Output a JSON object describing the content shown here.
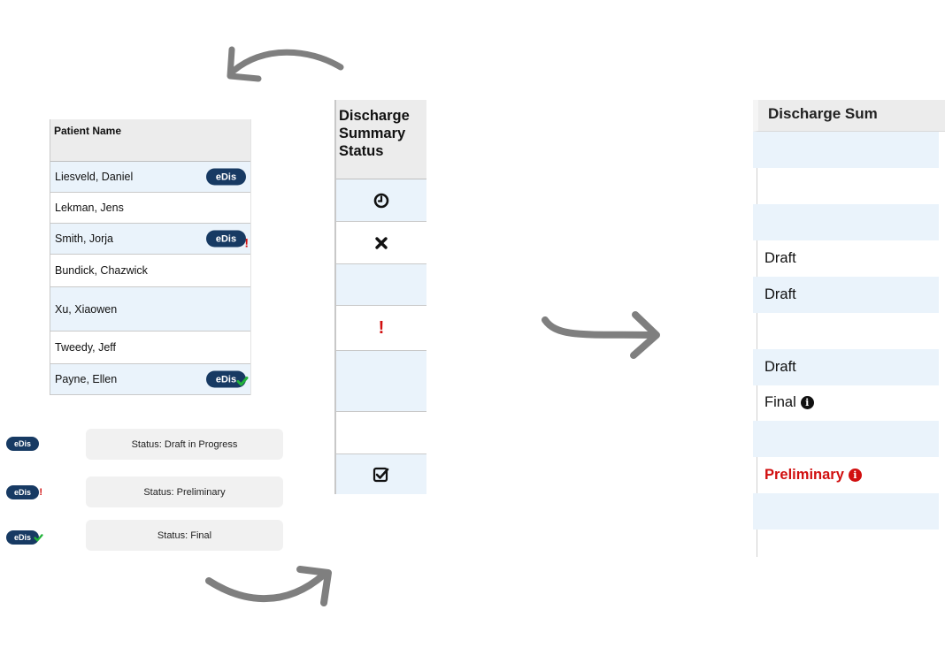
{
  "patient_table": {
    "header": "Patient Name",
    "rows": [
      {
        "name": "Liesveld, Daniel",
        "badge": "eDis",
        "badge_state": "draft"
      },
      {
        "name": "Lekman, Jens"
      },
      {
        "name": "Smith, Jorja",
        "badge": "eDis",
        "badge_state": "preliminary"
      },
      {
        "name": "Bundick, Chazwick"
      },
      {
        "name": "Xu, Xiaowen"
      },
      {
        "name": "Tweedy, Jeff"
      },
      {
        "name": "Payne, Ellen",
        "badge": "eDis",
        "badge_state": "final"
      }
    ]
  },
  "legend": [
    {
      "badge": "eDis",
      "state": "draft",
      "label": "Status: Draft in Progress"
    },
    {
      "badge": "eDis",
      "state": "preliminary",
      "label": "Status: Preliminary"
    },
    {
      "badge": "eDis",
      "state": "final",
      "label": "Status: Final"
    }
  ],
  "status_column": {
    "header_lines": [
      "Discharge",
      "Summary",
      "Status"
    ],
    "cells": [
      {
        "icon": "clock-icon"
      },
      {
        "icon": "x-icon"
      },
      {
        "icon": ""
      },
      {
        "icon": "exclamation-icon",
        "symbol": "!"
      },
      {
        "icon": ""
      },
      {
        "icon": ""
      },
      {
        "icon": "checkbox-icon"
      }
    ]
  },
  "summary_column": {
    "header": "Discharge Sum",
    "rows": [
      {
        "text": ""
      },
      {
        "text": ""
      },
      {
        "text": ""
      },
      {
        "text": "Draft"
      },
      {
        "text": "Draft"
      },
      {
        "text": ""
      },
      {
        "text": "Draft"
      },
      {
        "text": "Final",
        "info_icon": "info-circle-icon"
      },
      {
        "text": ""
      },
      {
        "text": "Preliminary",
        "info_icon": "info-circle-icon"
      },
      {
        "text": ""
      },
      {
        "text": ""
      }
    ]
  },
  "colors": {
    "badge": "#173a63",
    "alert_red": "#d10f0f",
    "success_green": "#22b33a",
    "row_highlight": "#eaf3fb",
    "header_gray": "#ececec",
    "arrow_gray": "#7f7f7f"
  }
}
